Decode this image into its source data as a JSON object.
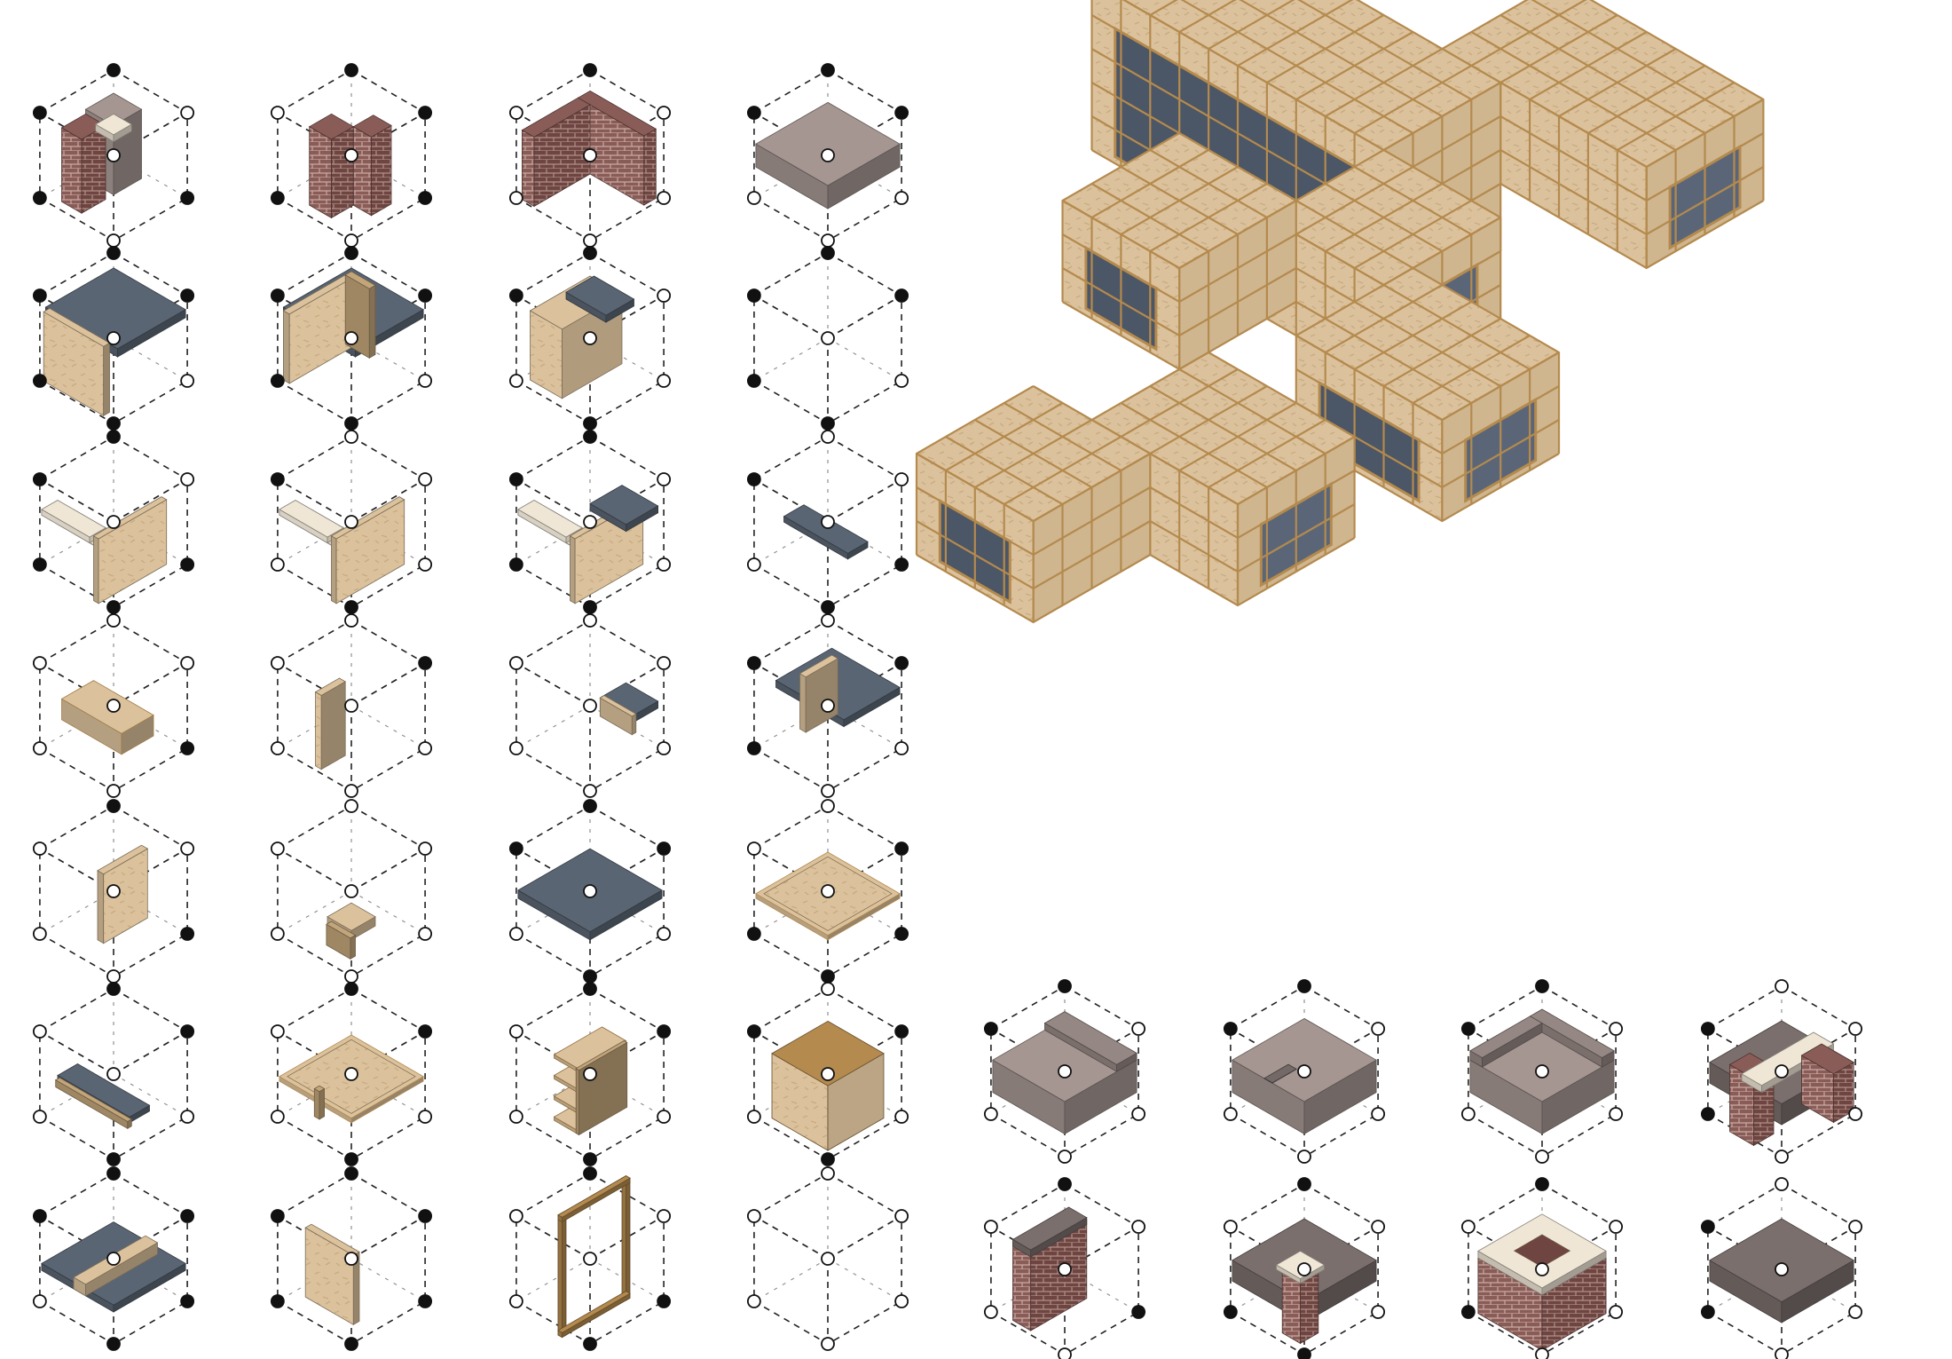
{
  "diagram": {
    "kind": "isometric-modular-kit-catalog",
    "materials": {
      "osb": "#dcc29c",
      "osb_dark": "#c2a57a",
      "timber_frame": "#b48a4e",
      "floor_finish": "#5a6573",
      "brick": "#8a5c57",
      "brick_dark": "#6e4541",
      "stone": "#a59692",
      "stone_dark": "#8b7d79",
      "concrete": "#7a6f6d",
      "cream": "#efe6d6"
    },
    "connector_colors": {
      "filled": "#111111",
      "open": "#ffffff"
    },
    "grid_left": [
      [
        "pier-brick-corner",
        "pier-brick-l",
        "wall-brick-corner",
        "slab-stone"
      ],
      [
        "panel-floor-wall",
        "panel-floor-corner",
        "panel-floor-half",
        "empty"
      ],
      [
        "stair-left",
        "stair-right",
        "stair-landing",
        "floor-strip"
      ],
      [
        "beam-box",
        "wall-small",
        "floor-small",
        "floor-wall-corner"
      ],
      [
        "wall-vertical",
        "step-small",
        "floor-square",
        "deck-frame"
      ],
      [
        "floor-strip-long",
        "table-frame",
        "shelf-unit",
        "box-cube"
      ],
      [
        "floor-joist",
        "wall-panel",
        "door-frame",
        "empty"
      ]
    ],
    "grid_right": [
      [
        "plinth-stone-ledge",
        "plinth-stone-notch",
        "plinth-stone-corner",
        "wall-brick-capped"
      ],
      [
        "wall-brick-slab",
        "plinth-dark-corner",
        "brick-box-open",
        "slab-dark"
      ]
    ]
  }
}
